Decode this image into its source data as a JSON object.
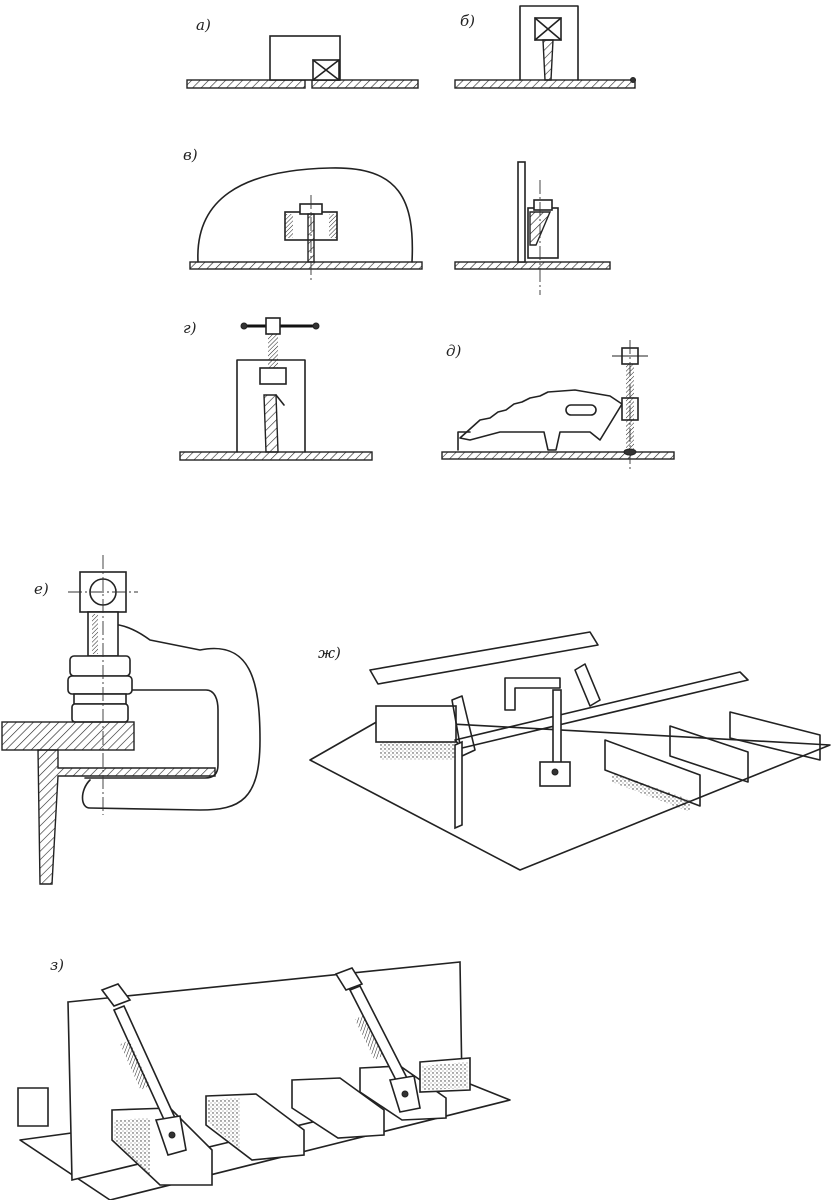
{
  "figure": {
    "labels": {
      "a": "а)",
      "b": "б)",
      "v": "в)",
      "g": "г)",
      "d": "д)",
      "e": "е)",
      "zh": "ж)",
      "z": "з)"
    }
  }
}
